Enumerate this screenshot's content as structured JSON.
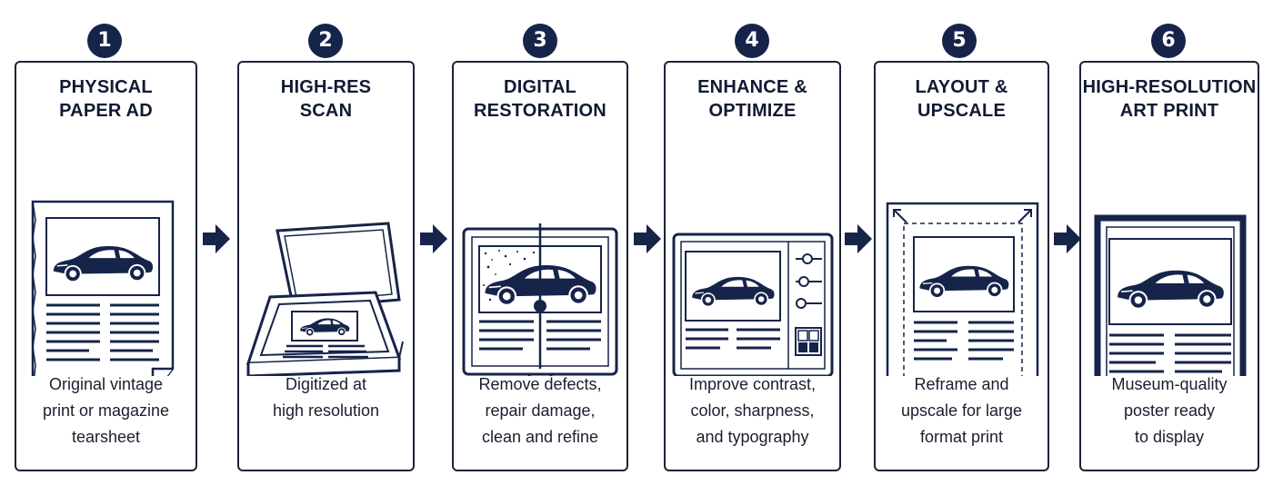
{
  "colors": {
    "navy": "#16244a",
    "ink": "#1c2338",
    "paper": "#ffffff"
  },
  "steps": [
    {
      "number": "1",
      "title_lines": [
        "PHYSICAL",
        "PAPER AD"
      ],
      "desc_lines": [
        "Original vintage",
        "print or magazine",
        "tearsheet"
      ],
      "icon": "paper-ad-icon"
    },
    {
      "number": "2",
      "title_lines": [
        "HIGH-RES",
        "SCAN"
      ],
      "desc_lines": [
        "Digitized at",
        "high resolution"
      ],
      "icon": "flatbed-scanner-icon"
    },
    {
      "number": "3",
      "title_lines": [
        "DIGITAL",
        "RESTORATION"
      ],
      "desc_lines": [
        "Remove defects,",
        "repair damage,",
        "clean and refine"
      ],
      "icon": "restoration-monitor-icon"
    },
    {
      "number": "4",
      "title_lines": [
        "ENHANCE &",
        "OPTIMIZE"
      ],
      "desc_lines": [
        "Improve contrast,",
        "color, sharpness,",
        "and typography"
      ],
      "icon": "enhance-monitor-icon"
    },
    {
      "number": "5",
      "title_lines": [
        "LAYOUT &",
        "UPSCALE"
      ],
      "desc_lines": [
        "Reframe and",
        "upscale for large",
        "format print"
      ],
      "icon": "upscale-layout-icon"
    },
    {
      "number": "6",
      "title_lines": [
        "HIGH-RESOLUTION",
        "ART PRINT"
      ],
      "desc_lines": [
        "Museum-quality",
        "poster ready",
        "to display"
      ],
      "icon": "framed-print-icon"
    }
  ]
}
